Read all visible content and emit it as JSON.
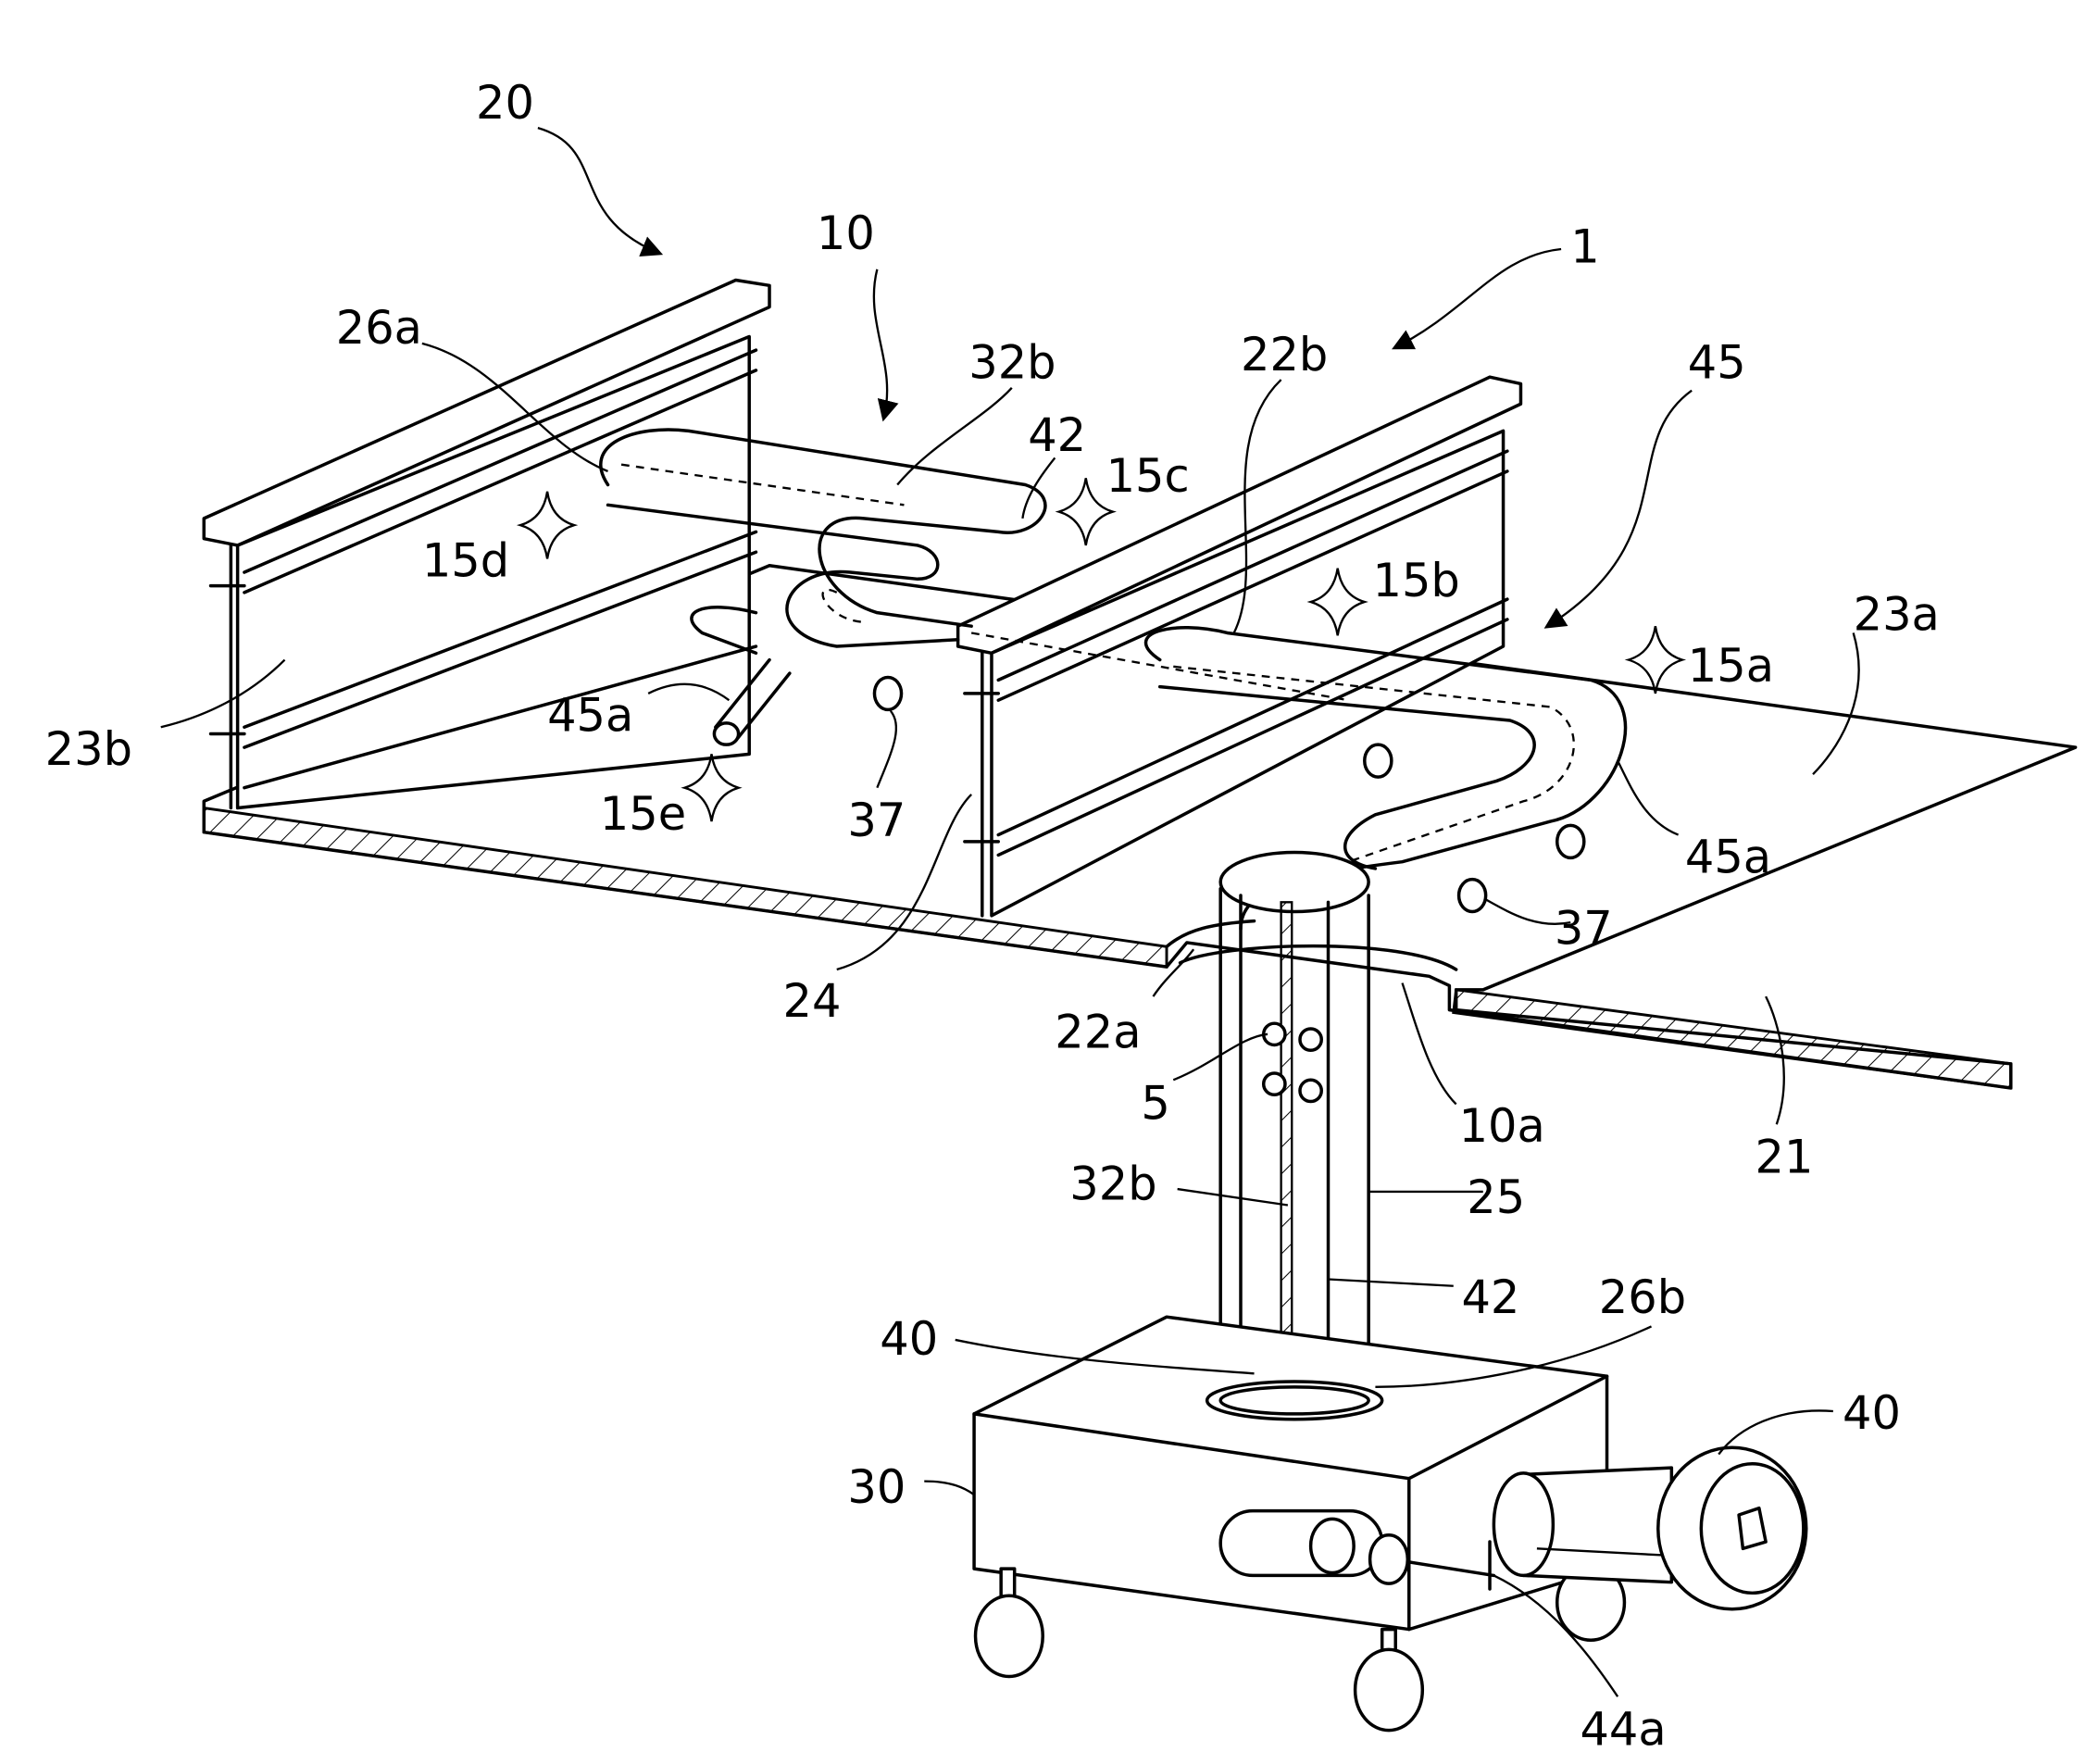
{
  "labels": {
    "l20": "20",
    "l10": "10",
    "l1": "1",
    "l26a": "26a",
    "l32b_top": "32b",
    "l42_top": "42",
    "l22b": "22b",
    "l45": "45",
    "l15c": "15c",
    "l15d": "15d",
    "l15b": "15b",
    "l15a": "15a",
    "l23a": "23a",
    "l23b": "23b",
    "l45a_left": "45a",
    "l37_left": "37",
    "l15e": "15e",
    "l24": "24",
    "l45a_right": "45a",
    "l37_right": "37",
    "l22a": "22a",
    "l5": "5",
    "l10a": "10a",
    "l21": "21",
    "l32b_mid": "32b",
    "l25": "25",
    "l42_mid": "42",
    "l26b": "26b",
    "l40_left": "40",
    "l40_right": "40",
    "l30": "30",
    "l44a": "44a"
  }
}
